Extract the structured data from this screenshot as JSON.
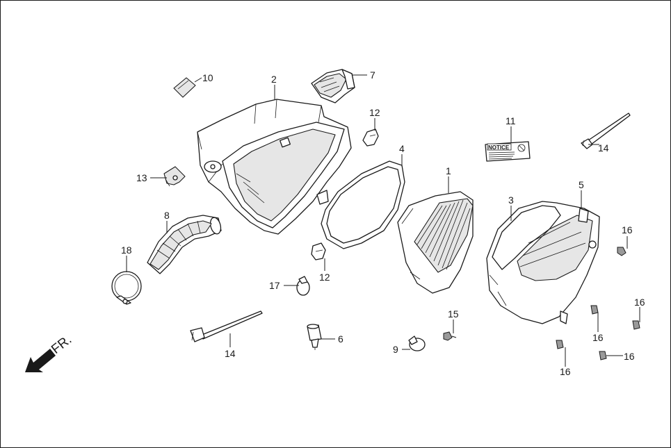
{
  "callouts": [
    {
      "id": "1",
      "text": "1"
    },
    {
      "id": "2",
      "text": "2"
    },
    {
      "id": "3",
      "text": "3"
    },
    {
      "id": "4",
      "text": "4"
    },
    {
      "id": "5",
      "text": "5"
    },
    {
      "id": "6",
      "text": "6"
    },
    {
      "id": "7",
      "text": "7"
    },
    {
      "id": "8",
      "text": "8"
    },
    {
      "id": "9",
      "text": "9"
    },
    {
      "id": "10",
      "text": "10"
    },
    {
      "id": "11",
      "text": "11"
    },
    {
      "id": "12a",
      "text": "12"
    },
    {
      "id": "12b",
      "text": "12"
    },
    {
      "id": "13",
      "text": "13"
    },
    {
      "id": "14a",
      "text": "14"
    },
    {
      "id": "14b",
      "text": "14"
    },
    {
      "id": "15",
      "text": "15"
    },
    {
      "id": "16a",
      "text": "16"
    },
    {
      "id": "16b",
      "text": "16"
    },
    {
      "id": "16c",
      "text": "16"
    },
    {
      "id": "16d",
      "text": "16"
    },
    {
      "id": "16e",
      "text": "16"
    },
    {
      "id": "17",
      "text": "17"
    },
    {
      "id": "18",
      "text": "18"
    }
  ],
  "notice_label": {
    "title": "NOTICE"
  },
  "direction": {
    "text": "FR."
  }
}
